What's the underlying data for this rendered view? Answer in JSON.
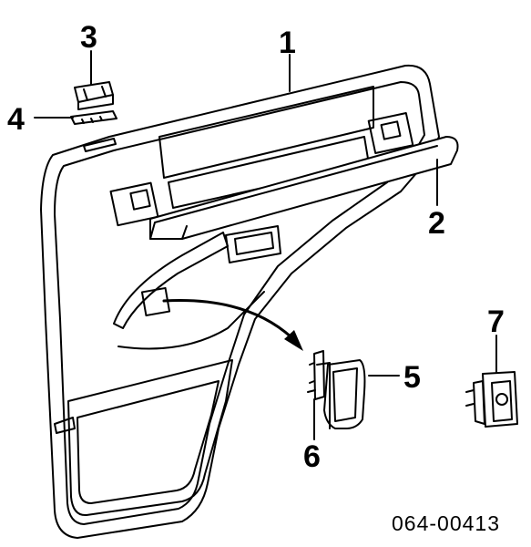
{
  "diagram": {
    "callouts": [
      {
        "id": "1",
        "label": "1"
      },
      {
        "id": "2",
        "label": "2"
      },
      {
        "id": "3",
        "label": "3"
      },
      {
        "id": "4",
        "label": "4"
      },
      {
        "id": "5",
        "label": "5"
      },
      {
        "id": "6",
        "label": "6"
      },
      {
        "id": "7",
        "label": "7"
      }
    ],
    "part_number": "064-00413"
  }
}
